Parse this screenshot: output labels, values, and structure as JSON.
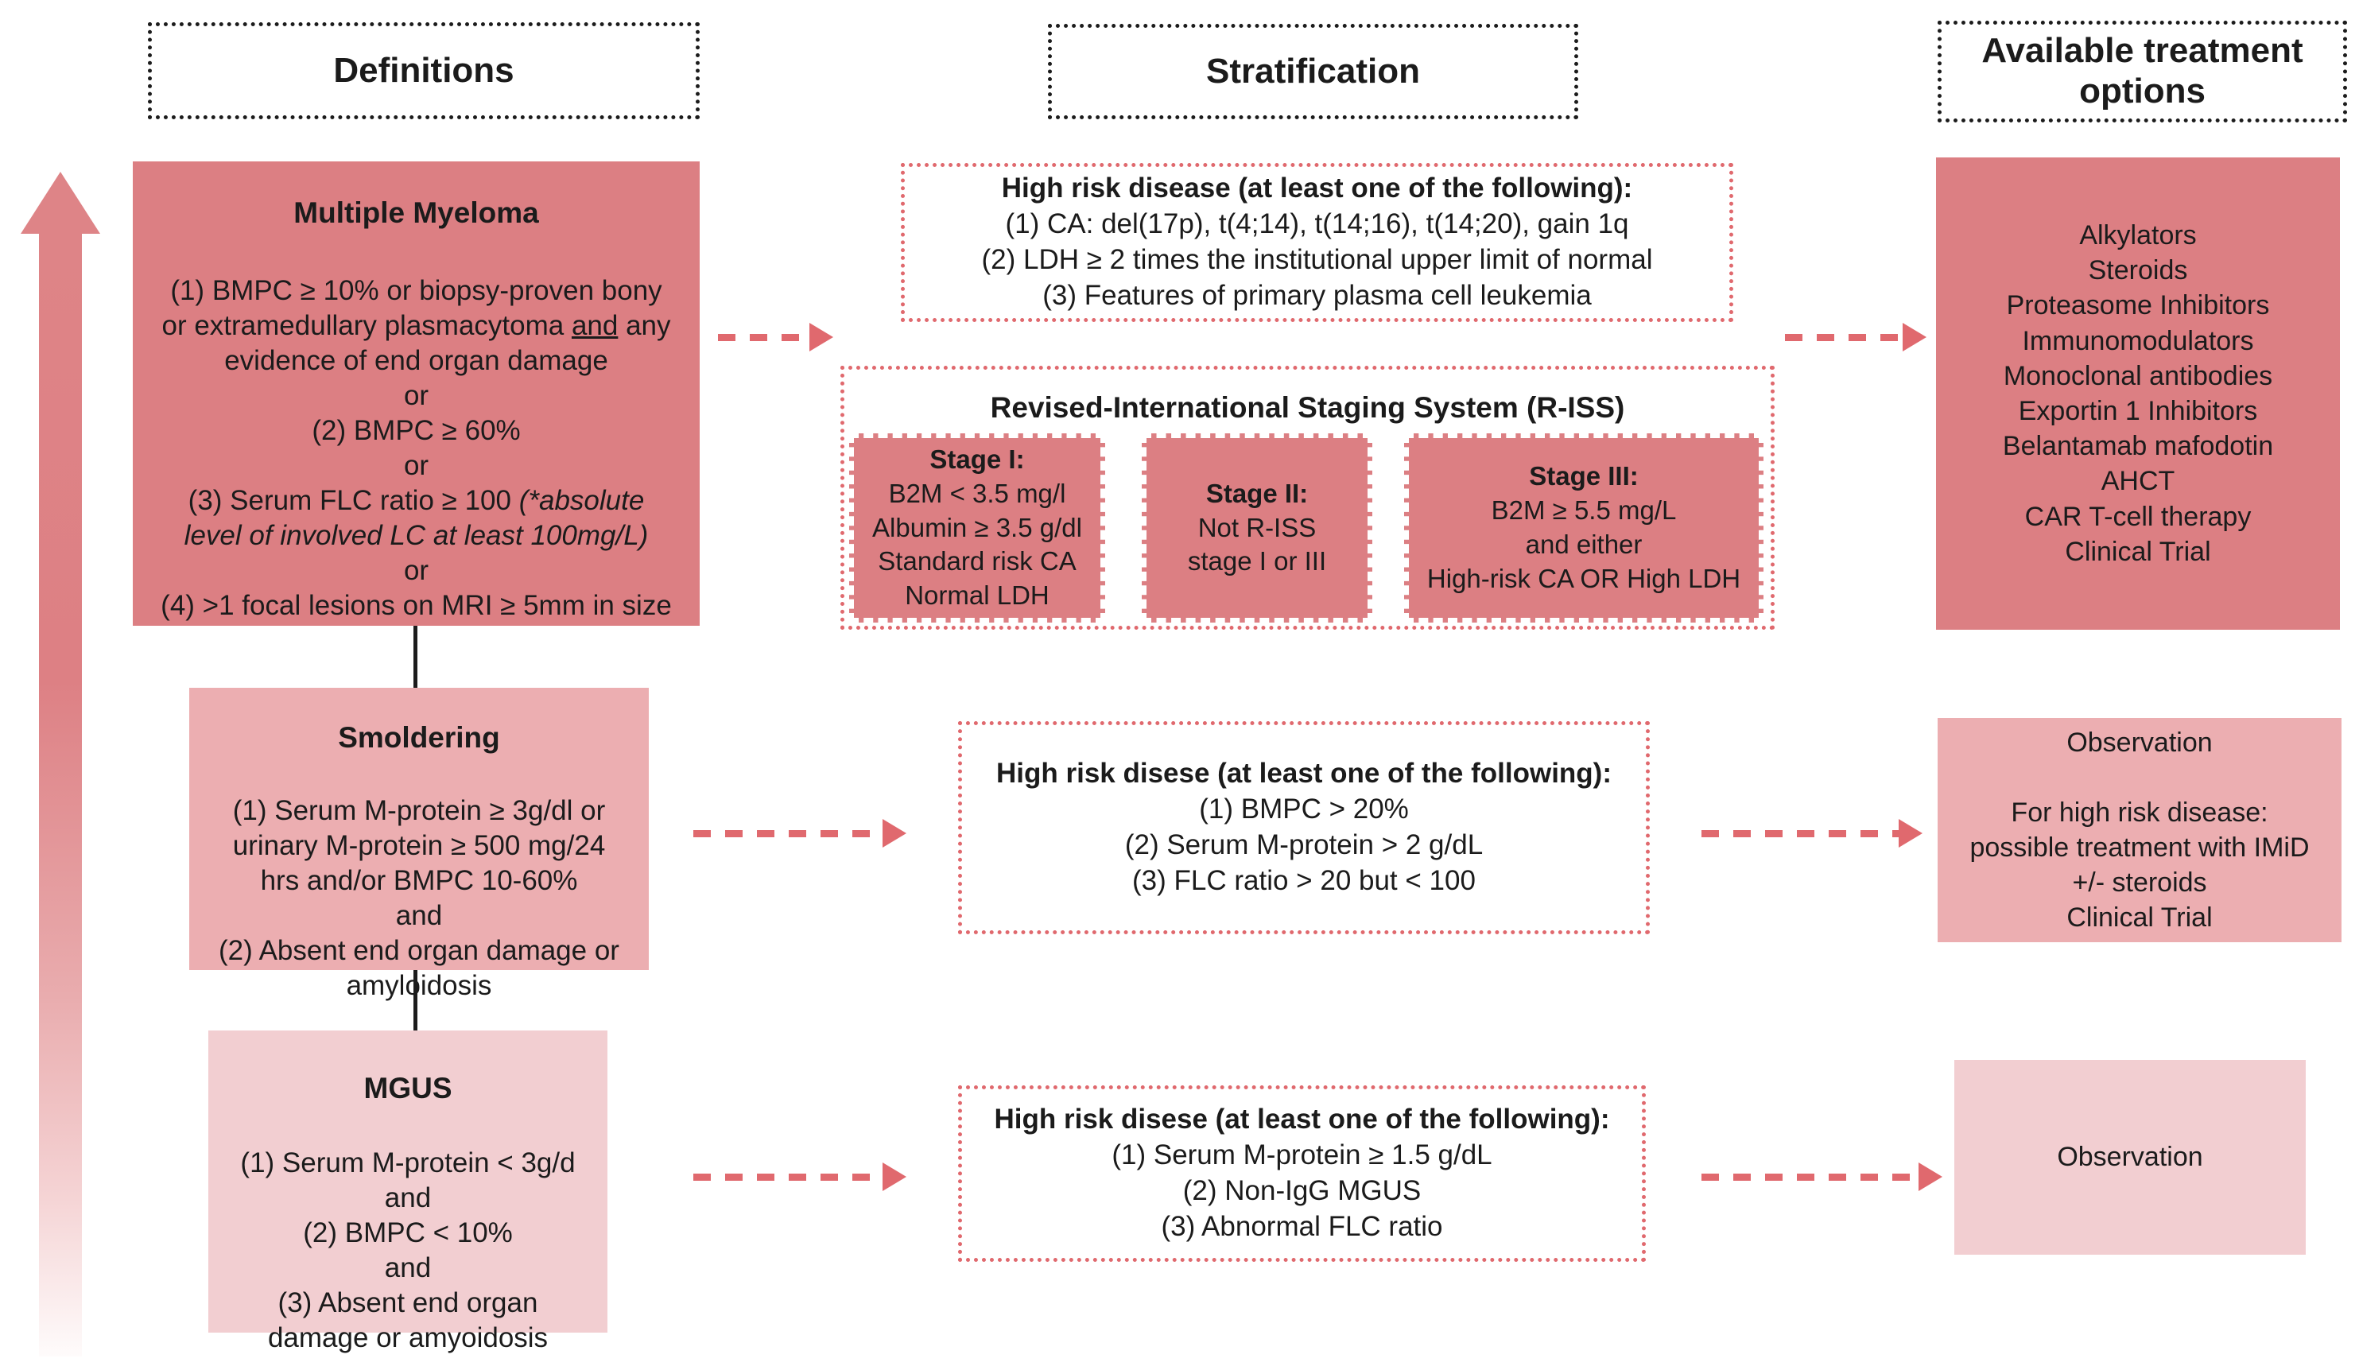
{
  "headers": {
    "definitions": "Definitions",
    "stratification": "Stratification",
    "treatment": "Available treatment options"
  },
  "colors": {
    "dark_pink": "#DC7F83",
    "medium_pink": "#ECAEB1",
    "light_pink": "#F2CED1",
    "red_accent": "#E0696E",
    "border_black": "#1C1C1C",
    "text": "#1B1B1B"
  },
  "mm": {
    "title": "Multiple Myeloma",
    "c1a": "(1) BMPC ≥ 10% or biopsy-proven bony or extramedullary plasmacytoma ",
    "c1_and": "and",
    "c1b": " any evidence of end organ damage",
    "or1": "or",
    "c2": "(2) BMPC ≥ 60%",
    "or2": "or",
    "c3a": "(3) Serum FLC ratio ≥ 100 ",
    "c3b_italic": "(*absolute level of involved LC at least 100mg/L)",
    "or3": "or",
    "c4": "(4) >1 focal lesions on MRI ≥ 5mm in size"
  },
  "smm": {
    "title": "Smoldering",
    "c1": "(1) Serum M-protein ≥ 3g/dl or urinary M-protein ≥ 500 mg/24 hrs and/or BMPC 10-60%",
    "and1": "and",
    "c2": "(2) Absent end organ damage or amyloidosis"
  },
  "mgus": {
    "title": "MGUS",
    "c1": "(1) Serum M-protein < 3g/d",
    "and1": "and",
    "c2": "(2) BMPC < 10%",
    "and2": "and",
    "c3": "(3) Absent end organ damage or amyoidosis"
  },
  "hr_mm": {
    "title": "High risk disease (at least one of the following):",
    "items": [
      "(1) CA: del(17p), t(4;14), t(14;16), t(14;20), gain 1q",
      "(2) LDH ≥ 2 times the institutional upper limit of normal",
      "(3) Features of primary plasma cell leukemia"
    ]
  },
  "riss": {
    "title": "Revised-International Staging System (R-ISS)",
    "stages": [
      {
        "title": "Stage I:",
        "lines": [
          "B2M < 3.5 mg/l",
          "Albumin ≥ 3.5 g/dl",
          "Standard risk CA",
          "Normal LDH"
        ]
      },
      {
        "title": "Stage II:",
        "lines": [
          "Not R-ISS",
          "stage I or III"
        ]
      },
      {
        "title": "Stage III:",
        "lines": [
          "B2M ≥ 5.5 mg/L",
          "and either",
          "High-risk CA OR High LDH"
        ]
      }
    ]
  },
  "hr_smm": {
    "title": "High risk disese (at least one of the following):",
    "items": [
      "(1) BMPC > 20%",
      "(2) Serum M-protein > 2 g/dL",
      "(3) FLC ratio > 20 but < 100"
    ]
  },
  "hr_mgus": {
    "title": "High risk disese (at least one of the following):",
    "items": [
      "(1) Serum M-protein ≥ 1.5 g/dL",
      "(2) Non-IgG MGUS",
      "(3) Abnormal FLC ratio"
    ]
  },
  "treat_mm": {
    "options": [
      "Alkylators",
      "Steroids",
      "Proteasome Inhibitors",
      "Immunomodulators",
      "Monoclonal antibodies",
      "Exportin 1 Inhibitors",
      "Belantamab mafodotin",
      "AHCT",
      "CAR T-cell therapy",
      "Clinical Trial"
    ]
  },
  "treat_smm": {
    "title": "Observation",
    "body": "For high risk disease: possible treatment with IMiD +/- steroids",
    "trial": "Clinical Trial"
  },
  "treat_mgus": {
    "label": "Observation"
  }
}
